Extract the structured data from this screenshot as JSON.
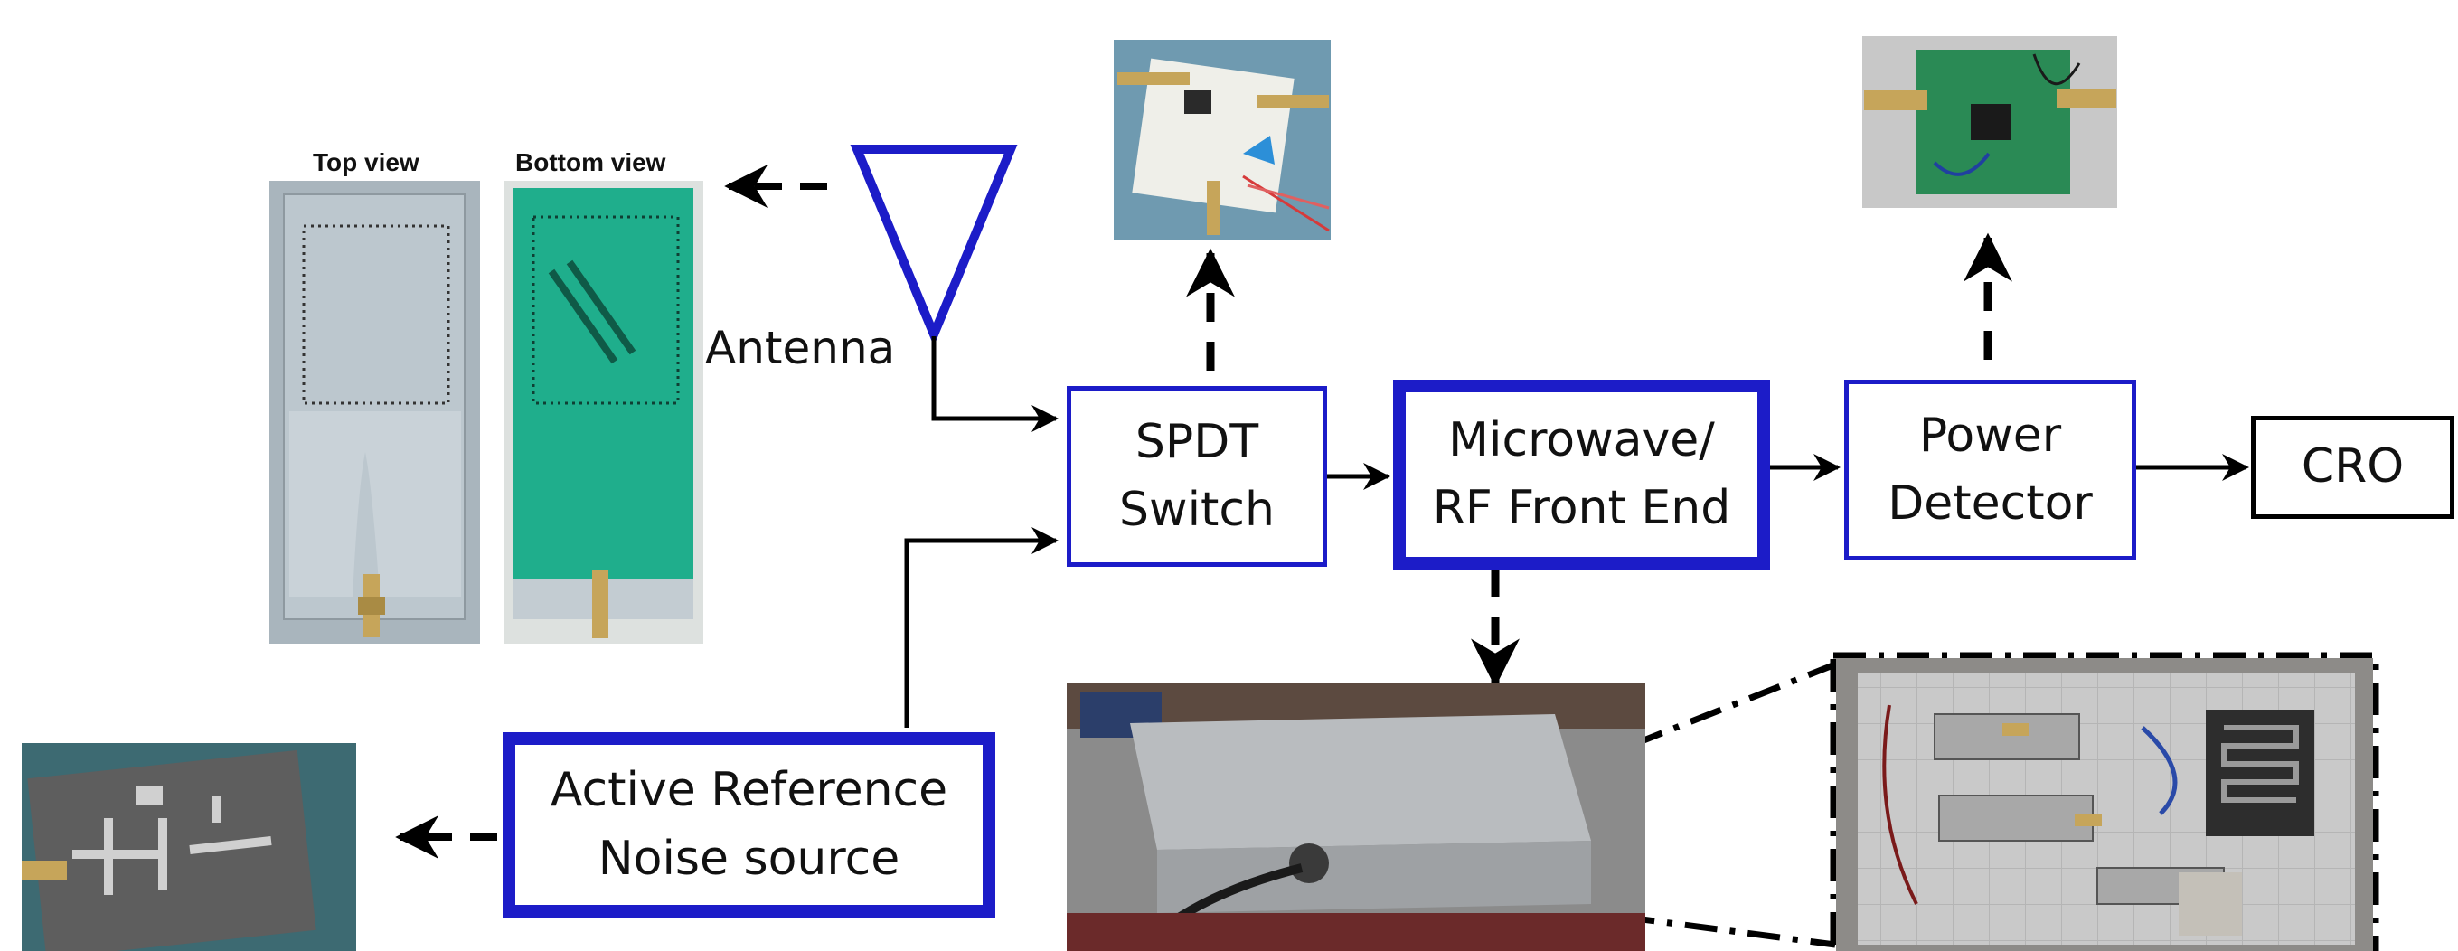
{
  "antenna": {
    "label": "Antenna",
    "top_view_caption": "Top view",
    "bottom_view_caption": "Bottom view"
  },
  "blocks": {
    "spdt": "SPDT\nSwitch",
    "frontend": "Microwave/\nRF Front End",
    "detector": "Power\nDetector",
    "cro": "CRO",
    "noise": "Active Reference\nNoise source"
  },
  "colors": {
    "block_border": "#1c1cc8",
    "antenna_symbol": "#1c1cc8",
    "arrows": "#000000",
    "pcb_top": "#b8c4cc",
    "pcb_bottom": "#1fae8c"
  },
  "icons": {
    "antenna": "triangle-antenna-icon",
    "arrow": "arrowhead-icon"
  }
}
